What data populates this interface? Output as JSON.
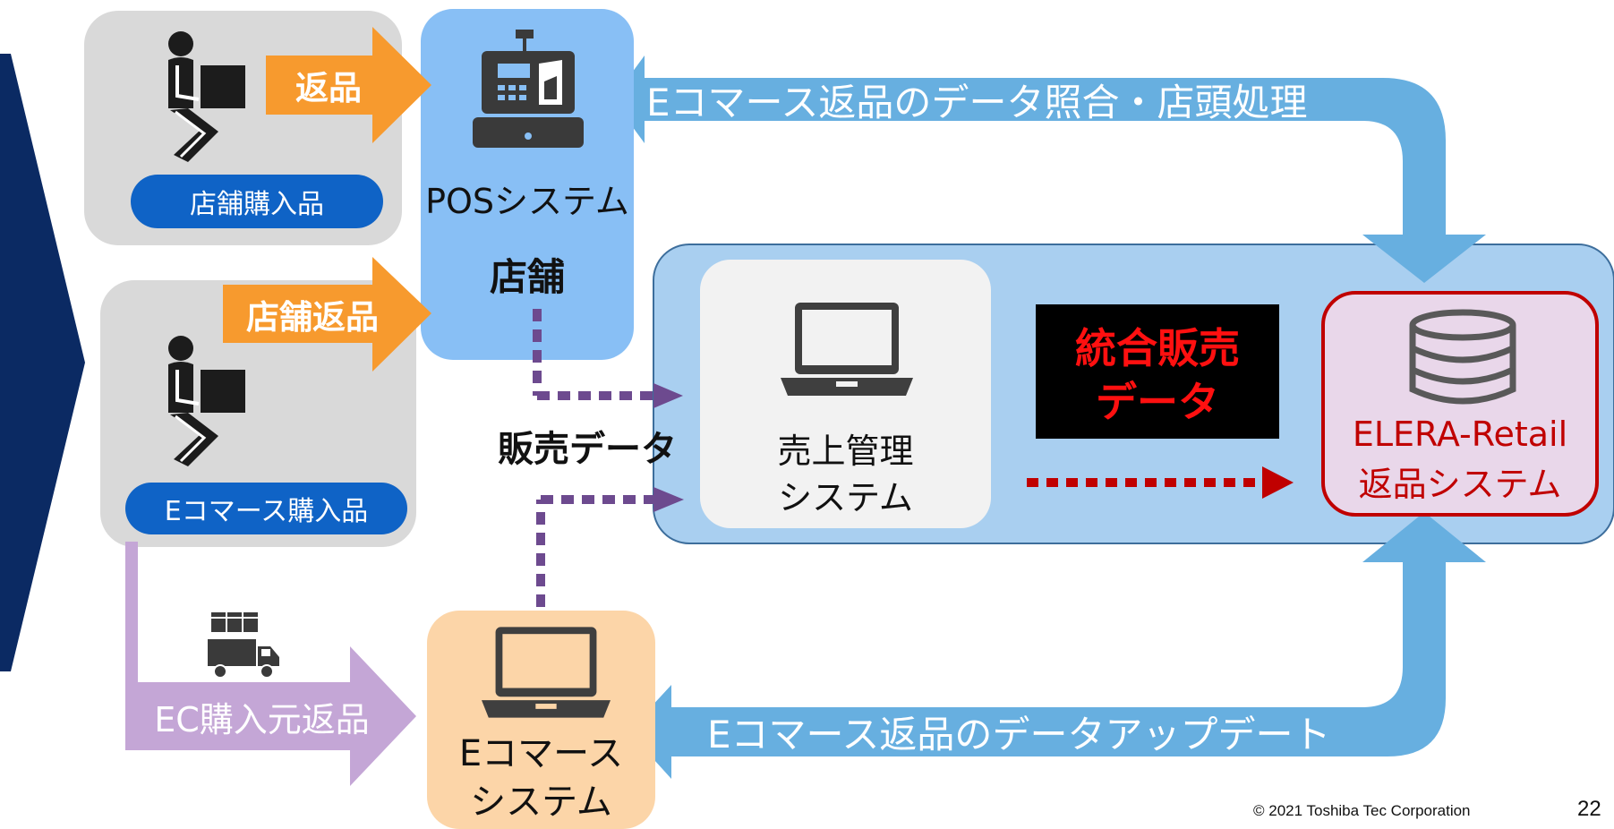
{
  "colors": {
    "left_chevron": "#0b2a63",
    "grey_box": "#d9d9d9",
    "pill_blue": "#0f63c6",
    "orange_arrow": "#f79a2e",
    "pos_box": "#88bff5",
    "ec_box": "#fcd5a8",
    "big_panel": "#a9cff0",
    "arrow_blue": "#67afe0",
    "lavender": "#c4a6d6",
    "dotted_purple": "#6d4a8f",
    "dotted_red": "#c00000",
    "red_text": "#ff1010",
    "elera_bg": "#e9d7ea",
    "elera_border": "#c00000"
  },
  "store_purchase": {
    "arrow_label": "返品",
    "pill": "店舗購入品",
    "person_icon": "person-carrying-box-icon"
  },
  "ec_purchase": {
    "arrow_label": "店舗返品",
    "pill": "Eコマース購入品",
    "person_icon": "person-carrying-box-icon"
  },
  "pos": {
    "label": "POSシステム",
    "store_label": "店舗",
    "icon": "cash-register-icon"
  },
  "top_arrow_label": "Eコマース返品のデータ照合・店頭処理",
  "bottom_arrow_label": "Eコマース返品のデータアップデート",
  "sales_data_label": "販売データ",
  "sales_mgmt": {
    "line1": "売上管理",
    "line2": "システム",
    "icon": "laptop-icon"
  },
  "integrated": {
    "line1": "統合販売",
    "line2": "データ"
  },
  "elera": {
    "line1": "ELERA-Retail",
    "line2": "返品システム",
    "icon": "database-icon"
  },
  "ec_return": {
    "label": "EC購入元返品",
    "icon": "delivery-truck-icon"
  },
  "ec_system": {
    "line1": "Eコマース",
    "line2": "システム",
    "icon": "laptop-icon"
  },
  "footer": {
    "copyright": "© 2021 Toshiba Tec Corporation",
    "page": "22"
  }
}
